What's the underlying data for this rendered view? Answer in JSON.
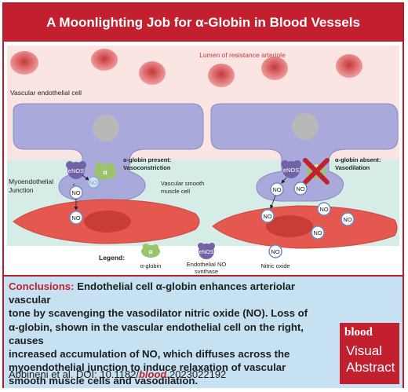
{
  "title": "A Moonlighting Job for α-Globin in Blood Vessels",
  "diagram": {
    "lumen_label": "Lumen of resistance arteriole",
    "endothelial_label": "Vascular endothelial cell",
    "left_panel": {
      "enzyme": "eNOS",
      "alpha": "α",
      "no_inside": "NO",
      "no_1": "NO",
      "no_2": "NO",
      "state_line1": "α-globin present:",
      "state_line2": "Vasoconstriction"
    },
    "right_panel": {
      "enzyme": "eNOS",
      "alpha": "α",
      "no_items": [
        "NO",
        "NO",
        "NO",
        "NO",
        "NO",
        "NO"
      ],
      "state_line1": "α-globin absent:",
      "state_line2": "Vasodilation"
    },
    "smooth_muscle_line1": "Vascular smooth",
    "smooth_muscle_line2": "muscle cell",
    "junction_line1": "Myoendothelial",
    "junction_line2": "Junction",
    "legend": {
      "title": "Legend:",
      "alpha_symbol": "α",
      "alpha_name": "α-globin",
      "enos_symbol": "eNOS",
      "enos_line1": "Endothelial NO",
      "enos_line2": "synthase",
      "no_symbol": "NO",
      "no_name": "Nitric oxide"
    },
    "colors": {
      "rbc": "#e27f80",
      "endothelial": "#a7a7db",
      "smooth_muscle": "#e4584f",
      "alpha_globin": "#9ac36c",
      "enos": "#7262a8",
      "inhibit_x": "#c3202f"
    }
  },
  "conclusions": {
    "label": "Conclusions:",
    "line1": "Endothelial cell α-globin enhances arteriolar vascular",
    "line2": "tone by scavenging the vasodilator nitric oxide (NO). Loss of",
    "line3": "α-globin, shown in the vascular endothelial cell on the right, causes",
    "line4": "increased accumulation of NO, which diffuses across the",
    "line5": "myoendothelial junction to induce relaxation of vascular",
    "line6": "smooth muscle cells and vasodilation."
  },
  "citation": {
    "prefix": "Abbineni et al. DOI: 10.1182/",
    "journal": "blood",
    "suffix": ".2023022192"
  },
  "badge": {
    "logo": "blood",
    "line1": "Visual",
    "line2": "Abstract"
  }
}
